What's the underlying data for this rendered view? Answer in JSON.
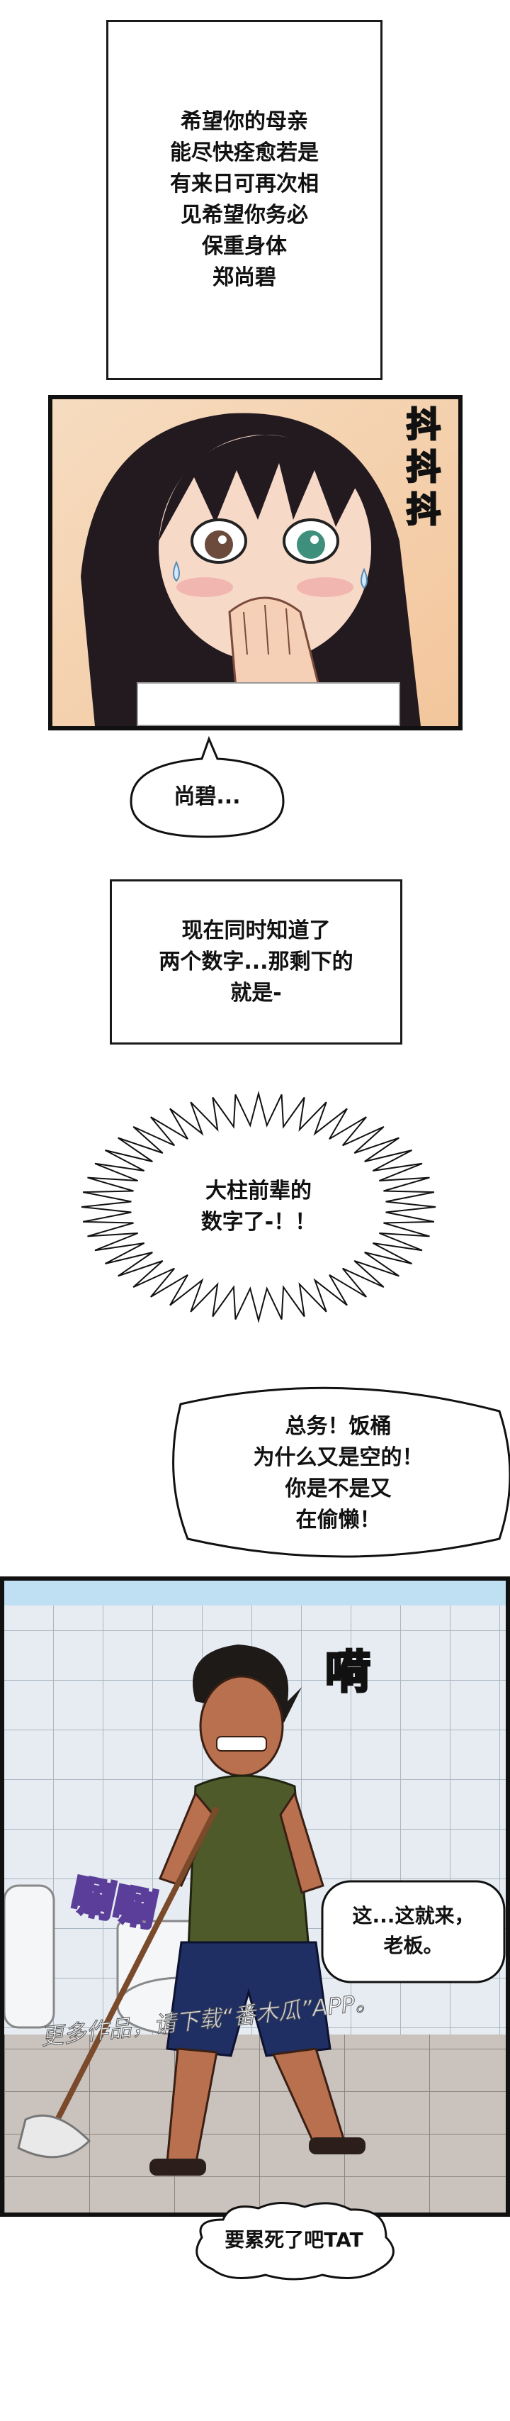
{
  "letter_box": {
    "text": "希望你的母亲\n能尽快痊愈若是\n有来日可再次相\n见希望你务必\n保重身体\n郑尚碧"
  },
  "panel_one": {
    "sfx": "抖抖抖"
  },
  "bubble_one": {
    "text": "尚碧..."
  },
  "narration_two": {
    "text": "现在同时知道了\n两个数字...那剩下的\n就是-"
  },
  "burst_bubble": {
    "text": "大柱前辈的\n数字了-！！"
  },
  "shout_bubble": {
    "text": "总务！饭桶\n为什么又是空的！\n你是不是又\n在偷懒！"
  },
  "panel_two": {
    "sfx_top": "嗬",
    "sfx_left": "唰唰",
    "reply": "这...这就来，\n老板。",
    "watermark": "更多作品，请下载“番木瓜”APP。"
  },
  "thought_bubble": {
    "text": "要累死了吧TAT"
  }
}
